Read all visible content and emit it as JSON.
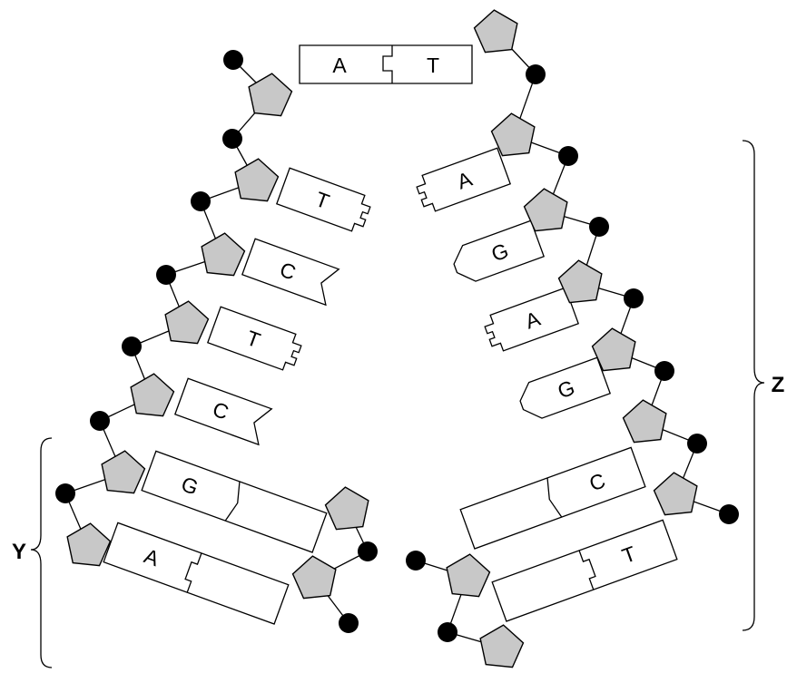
{
  "top_pair": {
    "left": "A",
    "right": "T"
  },
  "left_bases": [
    "T",
    "C",
    "T",
    "C"
  ],
  "right_bases": [
    "A",
    "G",
    "A",
    "G"
  ],
  "y_pairs": [
    {
      "left": "G"
    },
    {
      "left": "A"
    }
  ],
  "z_pairs": [
    {
      "right": "C"
    },
    {
      "right": "T"
    }
  ],
  "side_labels": {
    "y": "Y",
    "z": "Z"
  },
  "colors": {
    "sugar": "#c8c8c8",
    "phosphate": "#000000",
    "outline": "#000000"
  }
}
